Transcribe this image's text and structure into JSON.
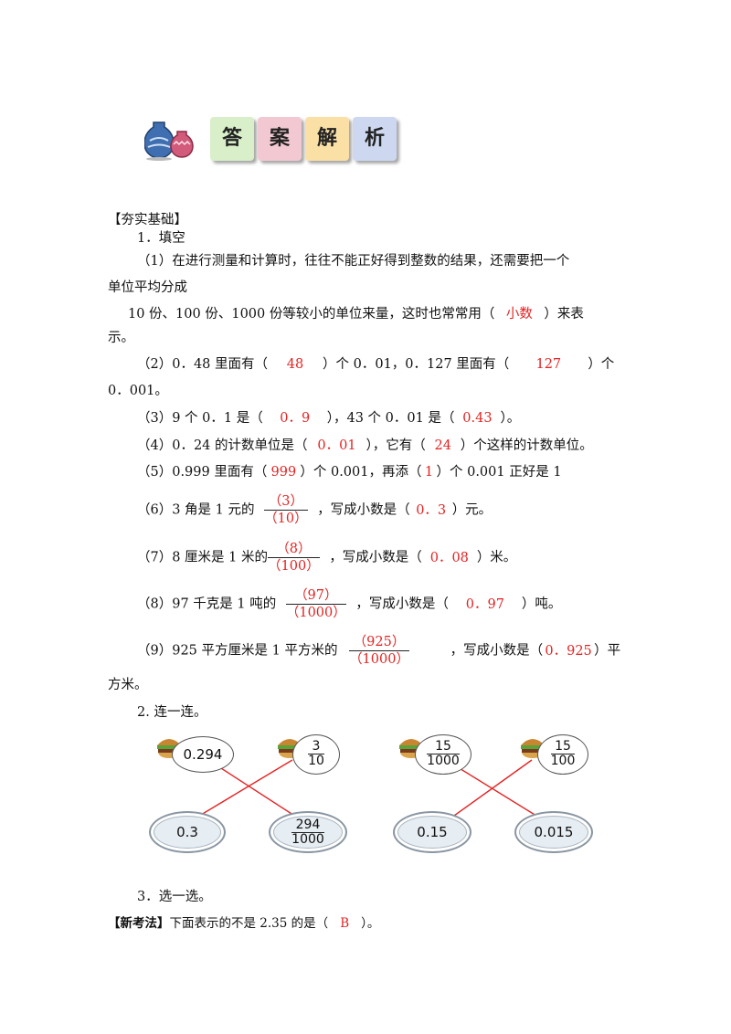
{
  "header": {
    "tiles": [
      "答",
      "案",
      "解",
      "析"
    ]
  },
  "section": "【夯实基础】",
  "q1": {
    "title": "1．填空",
    "p1_l1": "（1）在进行测量和计算时，往往不能正好得到整数的结果，还需要把一个",
    "p1_l2": "单位平均分成",
    "p1_l3a": "10 份、100 份、1000 份等较小的单位来量，这时也常常用（",
    "p1_l3ans": "小数",
    "p1_l3b": "）来表",
    "p1_l4": "示。",
    "p2a": "（2）0．48 里面有（",
    "p2ans1": "48",
    "p2b": "）个 0．01，0．127 里面有（",
    "p2ans2": "127",
    "p2c": "）个",
    "p2_l2": "0．001。",
    "p3a": "（3）9 个 0．1 是（",
    "p3ans1": "0．9",
    "p3b": "），43 个 0．01 是（",
    "p3ans2": "0.43",
    "p3c": "）。",
    "p4a": "（4）0．24 的计数单位是（",
    "p4ans1": "0．01",
    "p4b": "），它有（",
    "p4ans2": "24",
    "p4c": "）个这样的计数单位。",
    "p5a": "（5）0.999 里面有（",
    "p5ans1": "999",
    "p5b": "）个 0.001，再添（",
    "p5ans2": "1",
    "p5c": "）个 0.001 正好是 1",
    "p6a": "（6）3 角是 1 元的",
    "p6num": "（3）",
    "p6den": "（10）",
    "p6b": "，写成小数是（",
    "p6ans": "0．3",
    "p6c": "）元。",
    "p7a": "（7）8 厘米是 1 米的",
    "p7num": "（8）",
    "p7den": "（100）",
    "p7b": "，写成小数是（",
    "p7ans": "0．08",
    "p7c": "）米。",
    "p8a": "（8）97 千克是 1 吨的",
    "p8num": "（97）",
    "p8den": "（1000）",
    "p8b": "，写成小数是（",
    "p8ans": "0．97",
    "p8c": "）吨。",
    "p9a": "（9）925 平方厘米是 1 平方米的",
    "p9num": "（925）",
    "p9den": "（1000）",
    "p9b": "，写成小数是（",
    "p9ans": "0．925",
    "p9c": "）平",
    "p9_l2": "方米。"
  },
  "q2": {
    "title": "2. 连一连。",
    "top_left": [
      "0.294",
      {
        "n": "3",
        "d": "10"
      },
      {
        "n": "15",
        "d": "1000"
      },
      {
        "n": "15",
        "d": "100"
      }
    ],
    "bottom": [
      "0.3",
      {
        "n": "294",
        "d": "1000"
      },
      "0.15",
      "0.015"
    ]
  },
  "q3": {
    "title": "3．选一选。",
    "tag": "【新考法】",
    "text": "下面表示的不是 2.35 的是（",
    "ans": "B",
    "end": "）。"
  },
  "colors": {
    "answer": "#e52222",
    "line": "#e52222"
  }
}
